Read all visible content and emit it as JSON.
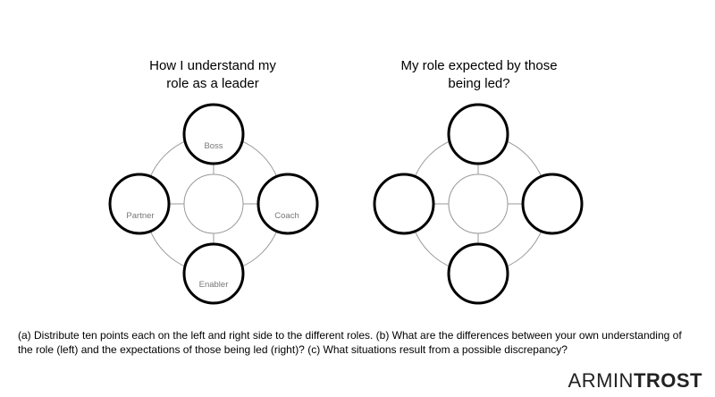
{
  "left_diagram": {
    "title": "How I understand my\nrole as a leader",
    "roles": {
      "top": "Boss",
      "left": "Partner",
      "right": "Coach",
      "bottom": "Enabler"
    }
  },
  "right_diagram": {
    "title": "My role expected by those\nbeing led?"
  },
  "instructions": "(a) Distribute ten points each on the left and right side to the different roles. (b) What are the differences between your own understanding of the role (left) and the expectations of those being led (right)? (c) What situations result from a possible discrepancy?",
  "brand": {
    "first": "ARMIN",
    "last": "TROST"
  }
}
